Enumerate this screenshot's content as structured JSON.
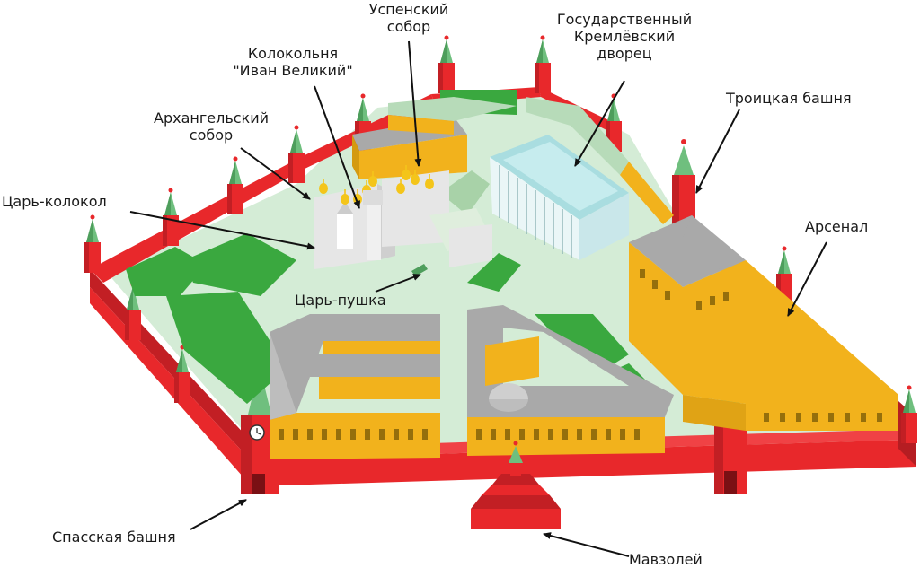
{
  "labels": {
    "uspensky": "Успенский\nсобор",
    "palace": "Государственный\nКремлёвский\nдворец",
    "ivan": "Колокольня\n\"Иван Великий\"",
    "archangel": "Архангельский\nсобор",
    "troitskaya": "Троицкая башня",
    "tsar_bell": "Царь-колокол",
    "arsenal": "Арсенал",
    "tsar_cannon": "Царь-пушка",
    "spasskaya": "Спасская башня",
    "mausoleum": "Мавзолей"
  },
  "colors": {
    "wall_red": "#e8282b",
    "wall_dark": "#b51d22",
    "tower_spire": "#6fbf7e",
    "ground": "#d4ecd6",
    "building_yellow": "#f2b21c",
    "building_roof": "#a9a9a9",
    "trees": "#3aa83f",
    "palace_glass": "#a9dde0",
    "church_white": "#e6e6e6",
    "dome_gold": "#f4c51a"
  }
}
